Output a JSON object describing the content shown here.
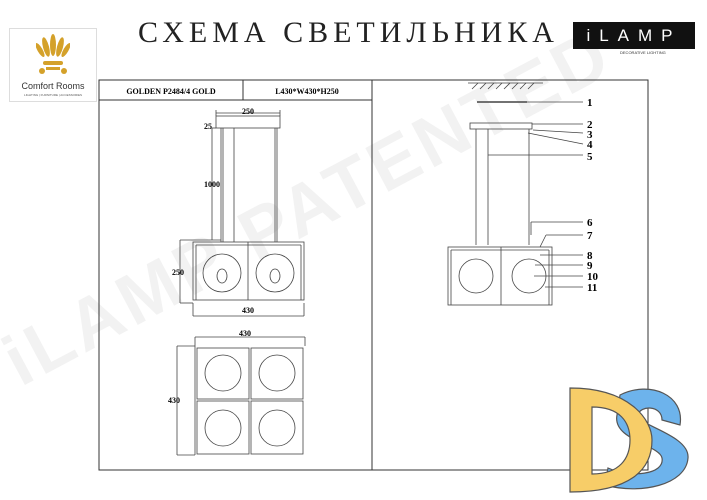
{
  "header": {
    "title": "СХЕМА СВЕТИЛЬНИКА",
    "brand_left": "Comfort Rooms",
    "brand_left_sub": "LIGHTING | FURNITURE | ACCESSORIES",
    "brand_right": "iLAMP",
    "brand_right_sub": "DECORATIVE LIGHTING"
  },
  "table": {
    "model": "GOLDEN P2484/4 GOLD",
    "dimensions": "L430*W430*H250"
  },
  "front_view": {
    "dims": {
      "canopy_width": "250",
      "canopy_height": "25",
      "cord_length": "1000",
      "height": "250",
      "width": "430"
    }
  },
  "top_view": {
    "dims": {
      "width": "430",
      "depth": "430"
    }
  },
  "parts_callouts": [
    "1",
    "2",
    "3",
    "4",
    "5",
    "6",
    "7",
    "8",
    "9",
    "10",
    "11"
  ],
  "watermark": "iLAMP PATENTED",
  "colors": {
    "ds_yellow": "#f7cd68",
    "ds_blue": "#6db3ec",
    "logo_gold": "#d4a12a"
  }
}
